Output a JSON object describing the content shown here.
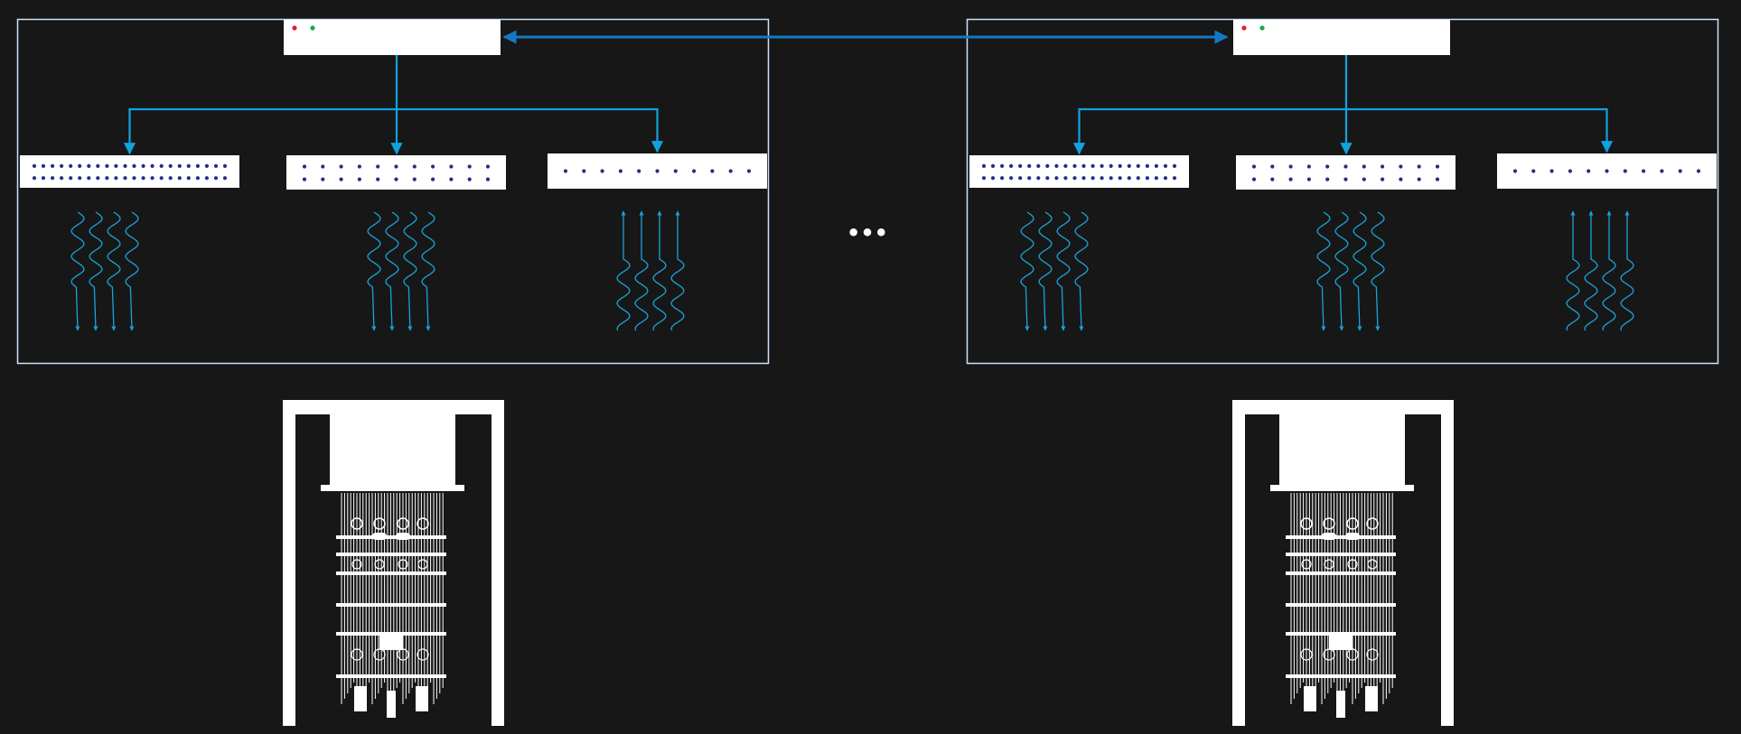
{
  "ellipsis": "•••",
  "colors": {
    "background": "#171718",
    "frame": "#cfe3f7",
    "panel": "#ffffff",
    "link": "#1479c4",
    "arrow": "#11a3dd",
    "wave": "#1aa3d7",
    "port": "#1f2f8c",
    "led_red": "#e0202a",
    "led_green": "#1ea84a",
    "cryostat": "#ffffff"
  },
  "modules": [
    {
      "id": "module-1",
      "controller": {
        "leds": [
          "led_red",
          "led_green"
        ]
      },
      "cards": [
        {
          "port_rows": 2,
          "ports_per_row": 22,
          "wave_direction": "down",
          "wave_count": 4
        },
        {
          "port_rows": 2,
          "ports_per_row": 11,
          "wave_direction": "down",
          "wave_count": 4
        },
        {
          "port_rows": 1,
          "ports_per_row": 11,
          "wave_direction": "up",
          "wave_count": 4
        }
      ]
    },
    {
      "id": "module-2",
      "controller": {
        "leds": [
          "led_red",
          "led_green"
        ]
      },
      "cards": [
        {
          "port_rows": 2,
          "ports_per_row": 22,
          "wave_direction": "down",
          "wave_count": 4
        },
        {
          "port_rows": 2,
          "ports_per_row": 11,
          "wave_direction": "down",
          "wave_count": 4
        },
        {
          "port_rows": 1,
          "ports_per_row": 11,
          "wave_direction": "up",
          "wave_count": 4
        }
      ]
    }
  ],
  "link": {
    "type": "bidirectional",
    "between": [
      "module-1",
      "module-2"
    ]
  },
  "icons": {
    "controller": "controller-unit-icon",
    "card": "rack-card-icon",
    "cryostat": "dilution-refrigerator-icon",
    "wave_down": "signal-wave-down-icon",
    "wave_up": "signal-wave-up-icon"
  }
}
